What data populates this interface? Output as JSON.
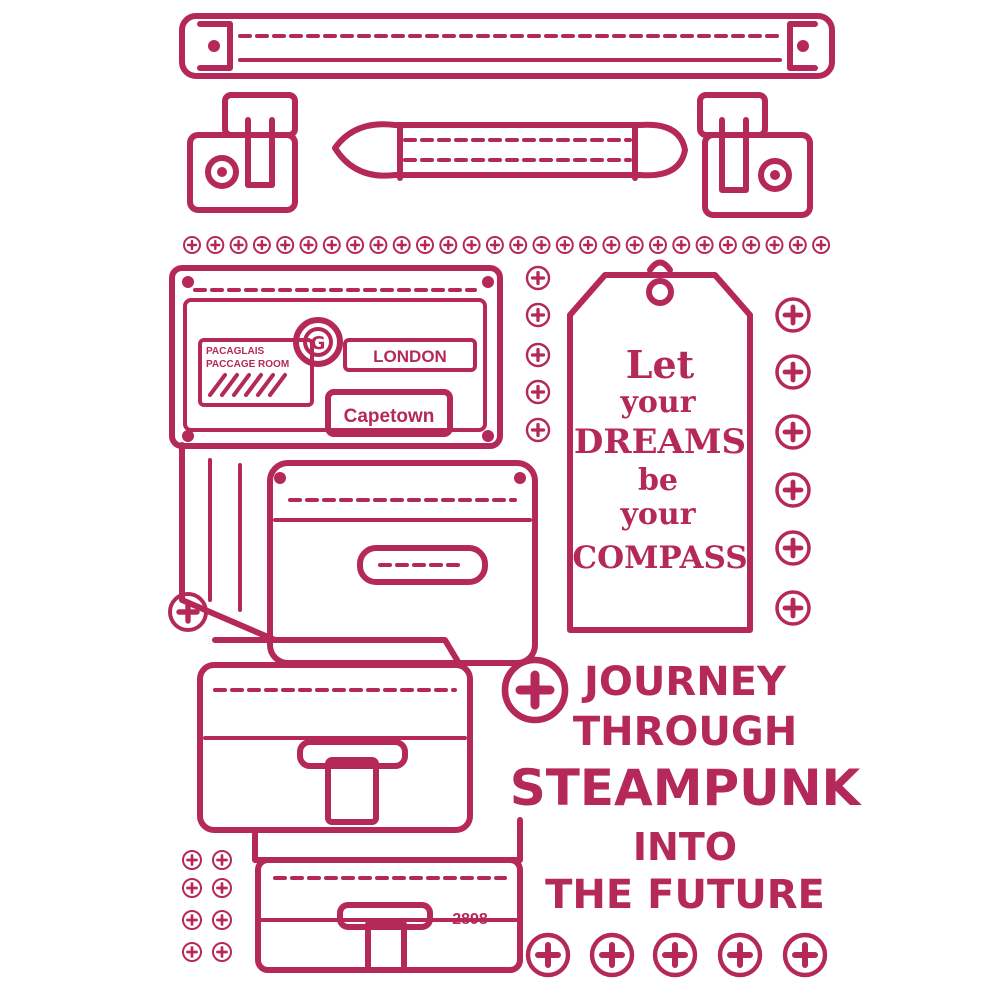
{
  "colors": {
    "ink": "#b5285a",
    "background": "#ffffff"
  },
  "labels": {
    "label_1": "PACAGLAIS",
    "label_2": "PACCAGE ROOM",
    "city_1": "LONDON",
    "city_2": "Capetown",
    "stamp_letter": "G",
    "trunk_number": "2898"
  },
  "tag_quote": {
    "line_1": "Let",
    "line_2": "your",
    "line_3": "DREAMS",
    "line_4": "be",
    "line_5": "your",
    "line_6": "COMPASS"
  },
  "slogan": {
    "line_1": "JOURNEY",
    "line_2": "THROUGH",
    "line_3": "STEAMPUNK",
    "line_4": "INTO",
    "line_5": "THE FUTURE"
  },
  "icons": {
    "screw": "cross-screw-icon",
    "rivet": "rivet-icon"
  }
}
